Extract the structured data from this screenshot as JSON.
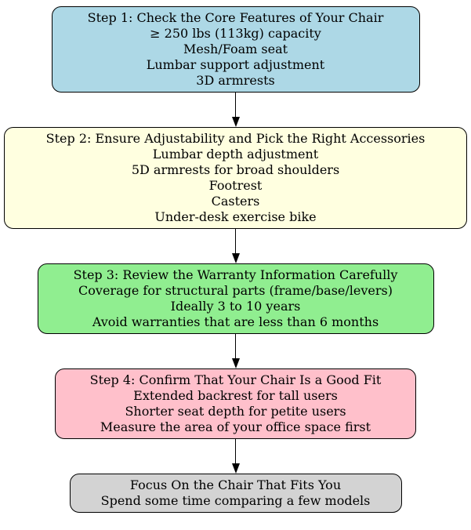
{
  "diagram": {
    "type": "flowchart",
    "direction": "top-down",
    "background": "#ffffff",
    "border_color": "#000000",
    "arrow_color": "#000000",
    "nodes": [
      {
        "id": "step1",
        "fill": "#ADD8E6",
        "lines": [
          "Step 1: Check the Core Features of Your Chair",
          "≥ 250 lbs (113kg) capacity",
          "Mesh/Foam seat",
          "Lumbar support adjustment",
          "3D armrests"
        ]
      },
      {
        "id": "step2",
        "fill": "#FFFFE0",
        "lines": [
          "Step 2: Ensure Adjustability and Pick the Right Accessories",
          "Lumbar depth adjustment",
          "5D armrests for broad shoulders",
          "Footrest",
          "Casters",
          "Under-desk exercise bike"
        ]
      },
      {
        "id": "step3",
        "fill": "#90EE90",
        "lines": [
          "Step 3: Review the Warranty Information Carefully",
          "Coverage for structural parts (frame/base/levers)",
          "Ideally 3 to 10 years",
          "Avoid warranties that are less than 6 months"
        ]
      },
      {
        "id": "step4",
        "fill": "#FFC0CB",
        "lines": [
          "Step 4: Confirm That Your Chair Is a Good Fit",
          "Extended backrest for tall users",
          "Shorter seat depth for petite users",
          "Measure the area of your office space first"
        ]
      },
      {
        "id": "final",
        "fill": "#D3D3D3",
        "lines": [
          "Focus On the Chair That Fits You",
          "Spend some time comparing a few models"
        ]
      }
    ]
  }
}
